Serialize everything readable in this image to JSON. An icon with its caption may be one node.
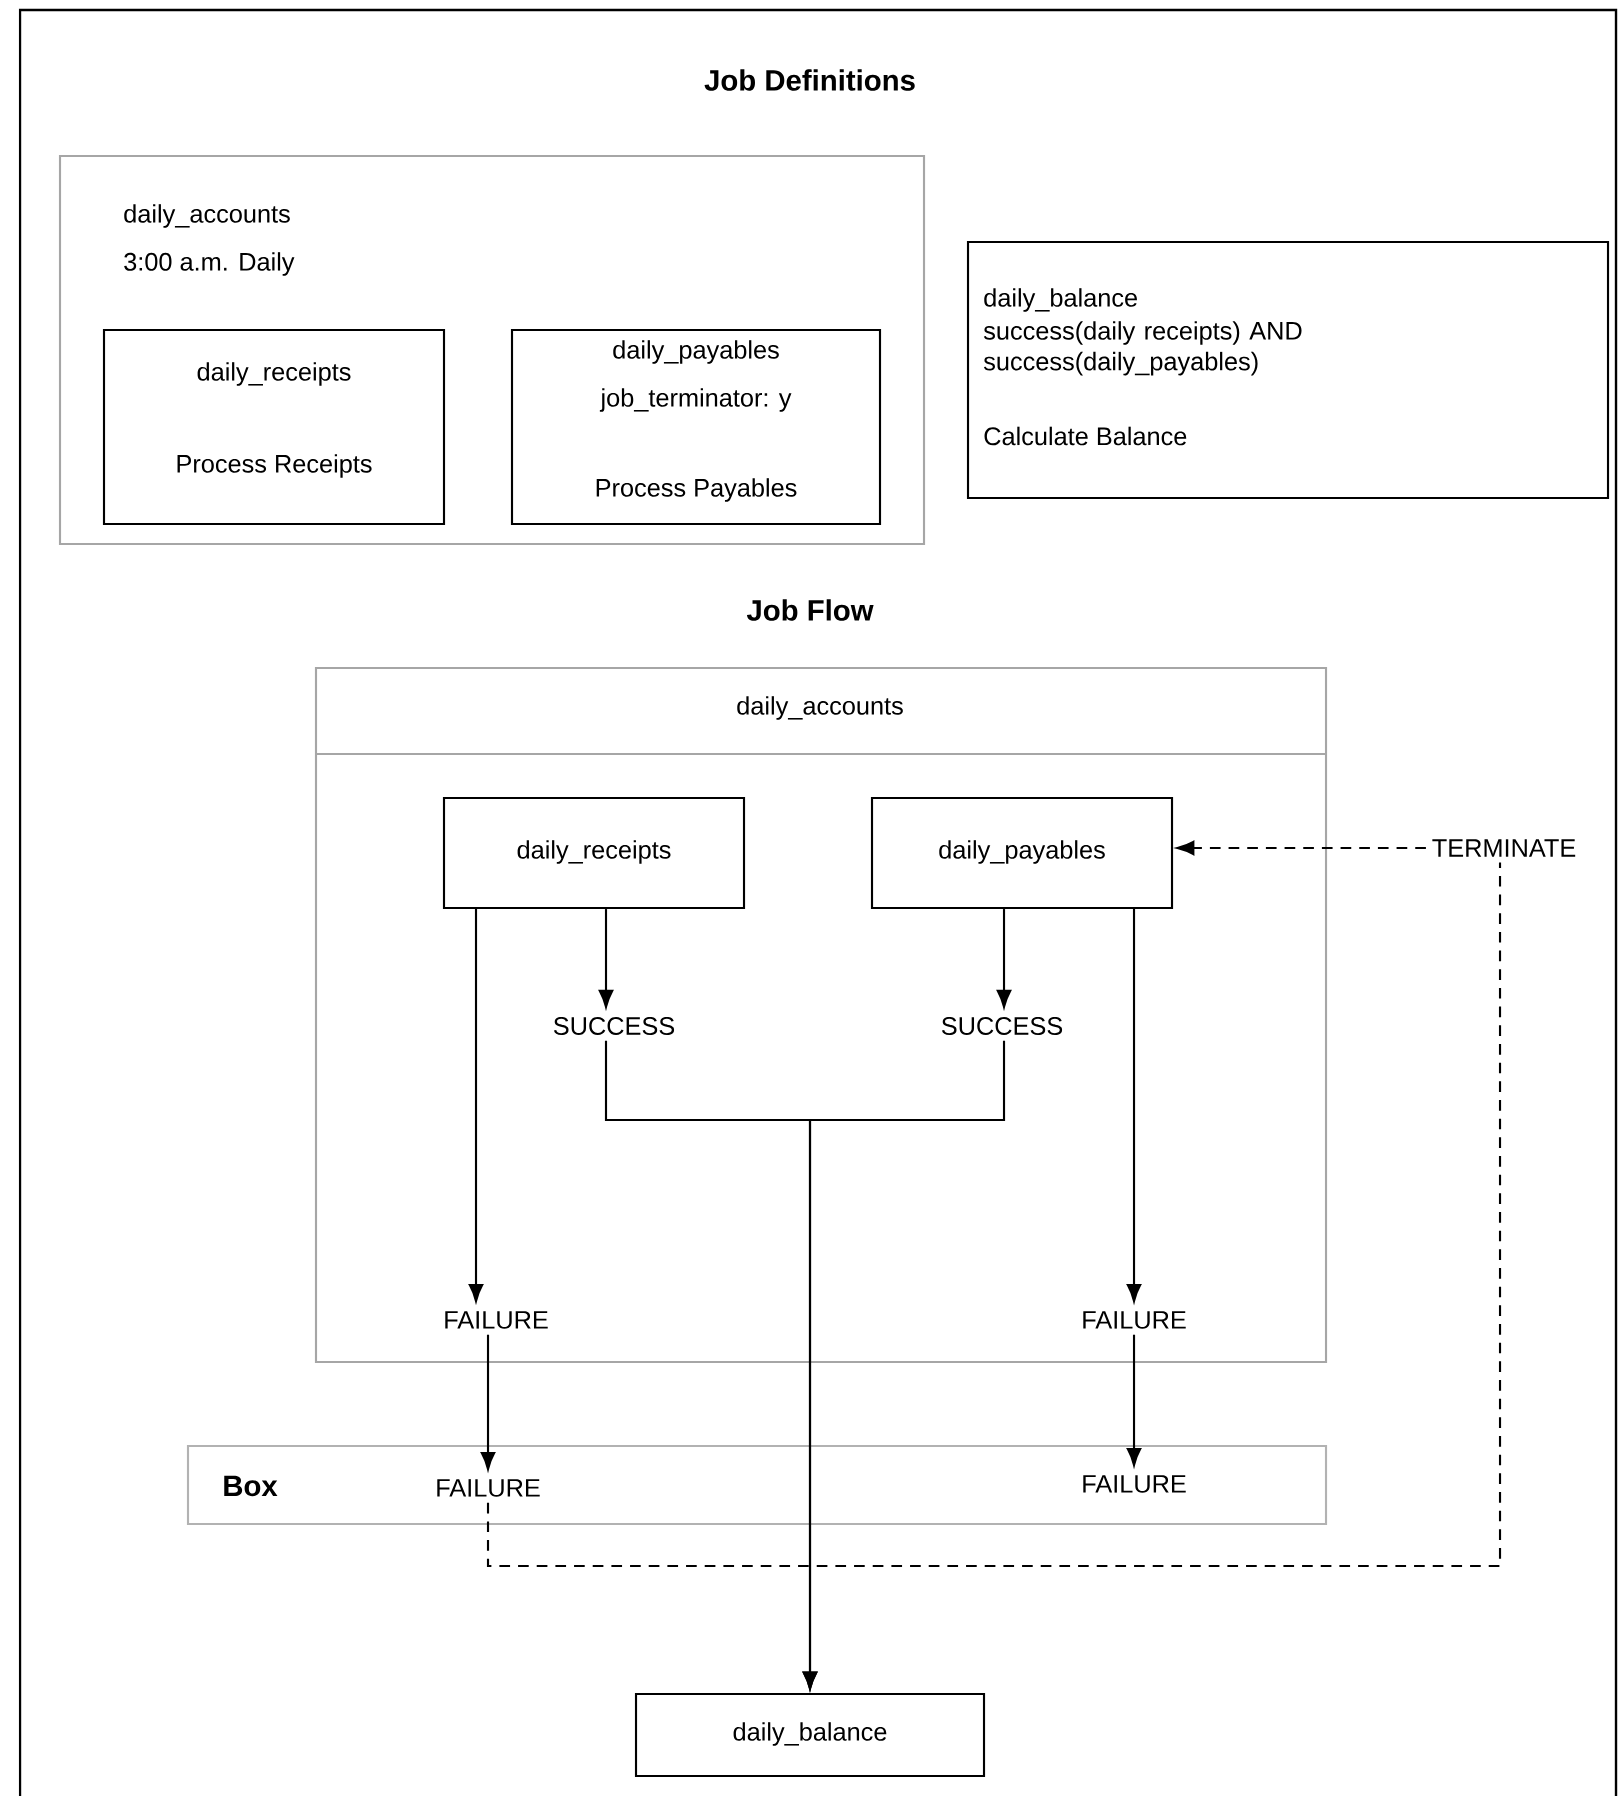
{
  "diagram": {
    "nodes": [
      {
        "text": [
          "daily_accounts",
          "3:00 a.m. Daily"
        ]
      },
      {
        "text": [
          "daily_receipts",
          "Process Receipts"
        ],
        "in": 0
      },
      {
        "text": [
          "daily_payables",
          "job_terminator: y",
          "Process Payables"
        ],
        "in": 0
      },
      {
        "text": [
          "daily_balance",
          "success(daily receipts) AND success(daily_payables)",
          "Calculate Balance"
        ]
      },
      {
        "text": [
          "daily_accounts"
        ]
      },
      {
        "text": [
          "daily_receipts"
        ],
        "in": 4
      },
      {
        "text": [
          "daily_payables"
        ],
        "in": 4
      },
      {
        "text": [
          "SUCCESS"
        ],
        "in": 4
      },
      {
        "text": [
          "SUCCESS"
        ],
        "in": 4
      },
      {
        "text": [
          "FAILURE"
        ],
        "in": 4
      },
      {
        "text": [
          "FAILURE"
        ],
        "in": 4
      },
      {
        "text": [
          "Box"
        ]
      },
      {
        "text": [
          "FAILURE"
        ],
        "in": 11
      },
      {
        "text": [
          "FAILURE"
        ],
        "in": 11
      },
      {
        "text": [
          "TERMINATE"
        ]
      },
      {
        "text": [
          "daily_balance"
        ]
      }
    ],
    "edges": [
      {
        "from": 5,
        "to": 7,
        "arrow": "to"
      },
      {
        "from": 6,
        "to": 8,
        "arrow": "to"
      },
      {
        "from": 5,
        "to": 9,
        "arrow": "to"
      },
      {
        "from": 6,
        "to": 10,
        "arrow": "to"
      },
      {
        "from": 9,
        "to": 12,
        "arrow": "to"
      },
      {
        "from": 10,
        "to": 13,
        "arrow": "to"
      },
      {
        "from": 7,
        "to": 15,
        "arrow": "to"
      },
      {
        "from": 8,
        "to": 15,
        "arrow": "to"
      },
      {
        "from": 12,
        "to": 14,
        "arrow": "none",
        "style": "dashed"
      },
      {
        "from": 14,
        "to": 6,
        "arrow": "to",
        "style": "dashed"
      }
    ],
    "labels": [
      "Job Definitions",
      "Job Flow"
    ]
  }
}
